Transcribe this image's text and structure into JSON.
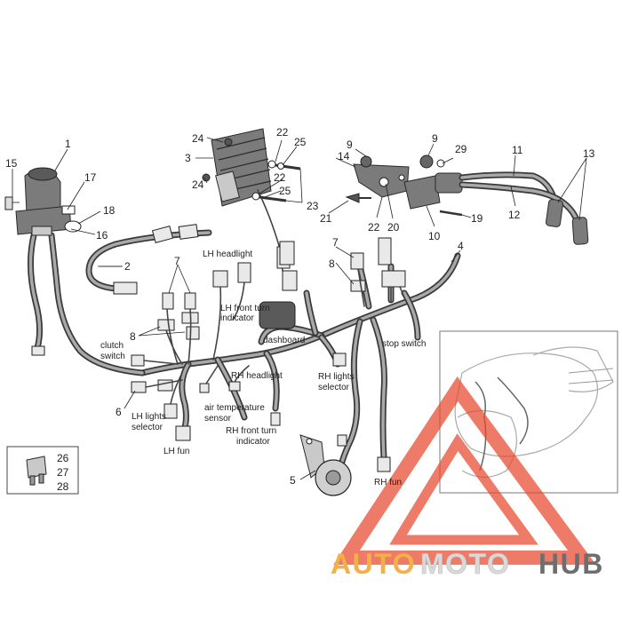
{
  "callouts": {
    "n1": "1",
    "n2": "2",
    "n3": "3",
    "n4": "4",
    "n5": "5",
    "n6": "6",
    "n7a": "7",
    "n7b": "7",
    "n8a": "8",
    "n8b": "8",
    "n9a": "9",
    "n9b": "9",
    "n10": "10",
    "n11": "11",
    "n12": "12",
    "n13": "13",
    "n14": "14",
    "n15": "15",
    "n16": "16",
    "n17": "17",
    "n18": "18",
    "n19": "19",
    "n20": "20",
    "n21": "21",
    "n22a": "22",
    "n22b": "22",
    "n22c": "22",
    "n23": "23",
    "n24a": "24",
    "n24b": "24",
    "n25a": "25",
    "n25b": "25",
    "n26": "26",
    "n27": "27",
    "n28": "28",
    "n29": "29"
  },
  "labels": {
    "lh_headlight": "LH headlight",
    "lh_front_turn_1": "LH front turn",
    "lh_front_turn_2": "indicator",
    "dashboard": "dashboard",
    "clutch_1": "clutch",
    "clutch_2": "switch",
    "stop_switch": "stop switch",
    "rh_headlight": "RH headlight",
    "rh_lights_1": "RH lights",
    "rh_lights_2": "selector",
    "air_temp_1": "air temperature",
    "air_temp_2": "sensor",
    "lh_lights_1": "LH lights",
    "lh_lights_2": "selector",
    "rh_front_turn_1": "RH front turn",
    "rh_front_turn_2": "indicator",
    "lh_fun": "LH fun",
    "rh_fun": "RH fun"
  },
  "watermark": {
    "text_part1": "AUTO",
    "text_part2": "MOTO",
    "text_part3": "HUB",
    "color_part1": "#f2b04a",
    "color_part2": "#d9d9d9",
    "color_part3": "#6e6e6e",
    "triangle_color": "#e8472f"
  }
}
